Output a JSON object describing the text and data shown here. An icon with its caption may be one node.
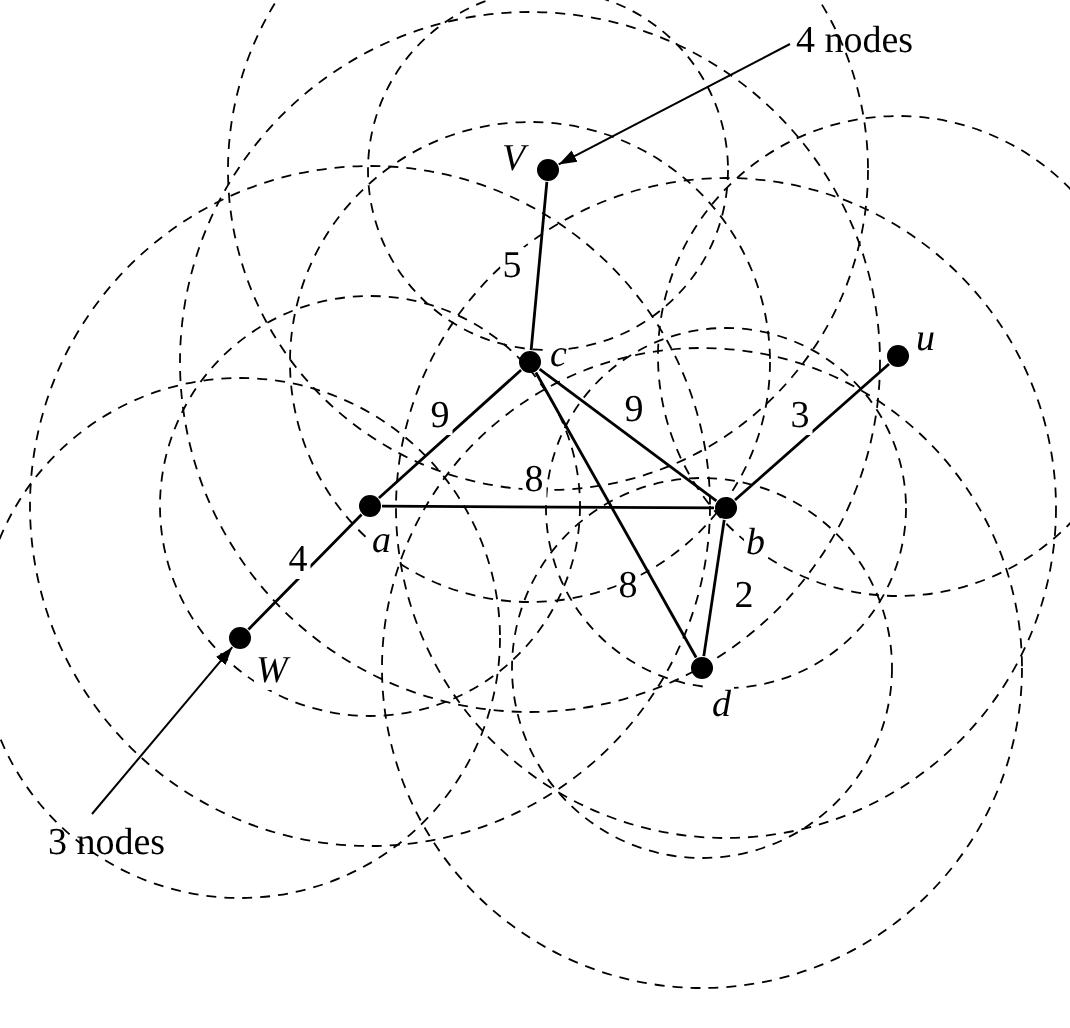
{
  "diagram": {
    "nodes": [
      {
        "text": [],
        "shape": "circle",
        "beside": [
          "V"
        ]
      },
      {
        "text": [],
        "shape": "circle",
        "beside": [
          "c"
        ]
      },
      {
        "text": [],
        "shape": "circle",
        "beside": [
          "u"
        ]
      },
      {
        "text": [],
        "shape": "circle",
        "beside": [
          "a"
        ]
      },
      {
        "text": [],
        "shape": "circle",
        "beside": [
          "b"
        ]
      },
      {
        "text": [],
        "shape": "circle",
        "beside": [
          "d"
        ]
      },
      {
        "text": [],
        "shape": "circle",
        "beside": [
          "W"
        ]
      },
      {
        "text": [
          "4 nodes"
        ]
      },
      {
        "text": [
          "3 nodes"
        ]
      }
    ],
    "edges": [
      {
        "from": 0,
        "to": 1,
        "arrow": "none",
        "label": "5"
      },
      {
        "from": 1,
        "to": 3,
        "arrow": "none",
        "label": "9"
      },
      {
        "from": 1,
        "to": 4,
        "arrow": "none",
        "label": "9"
      },
      {
        "from": 4,
        "to": 2,
        "arrow": "none",
        "label": "3"
      },
      {
        "from": 3,
        "to": 4,
        "arrow": "none",
        "label": "8"
      },
      {
        "from": 1,
        "to": 5,
        "arrow": "none",
        "label": "8"
      },
      {
        "from": 4,
        "to": 5,
        "arrow": "none",
        "label": "2"
      },
      {
        "from": 3,
        "to": 6,
        "arrow": "none",
        "label": "4"
      },
      {
        "from": 7,
        "to": 0,
        "arrow": "to"
      },
      {
        "from": 8,
        "to": 6,
        "arrow": "to"
      }
    ]
  }
}
